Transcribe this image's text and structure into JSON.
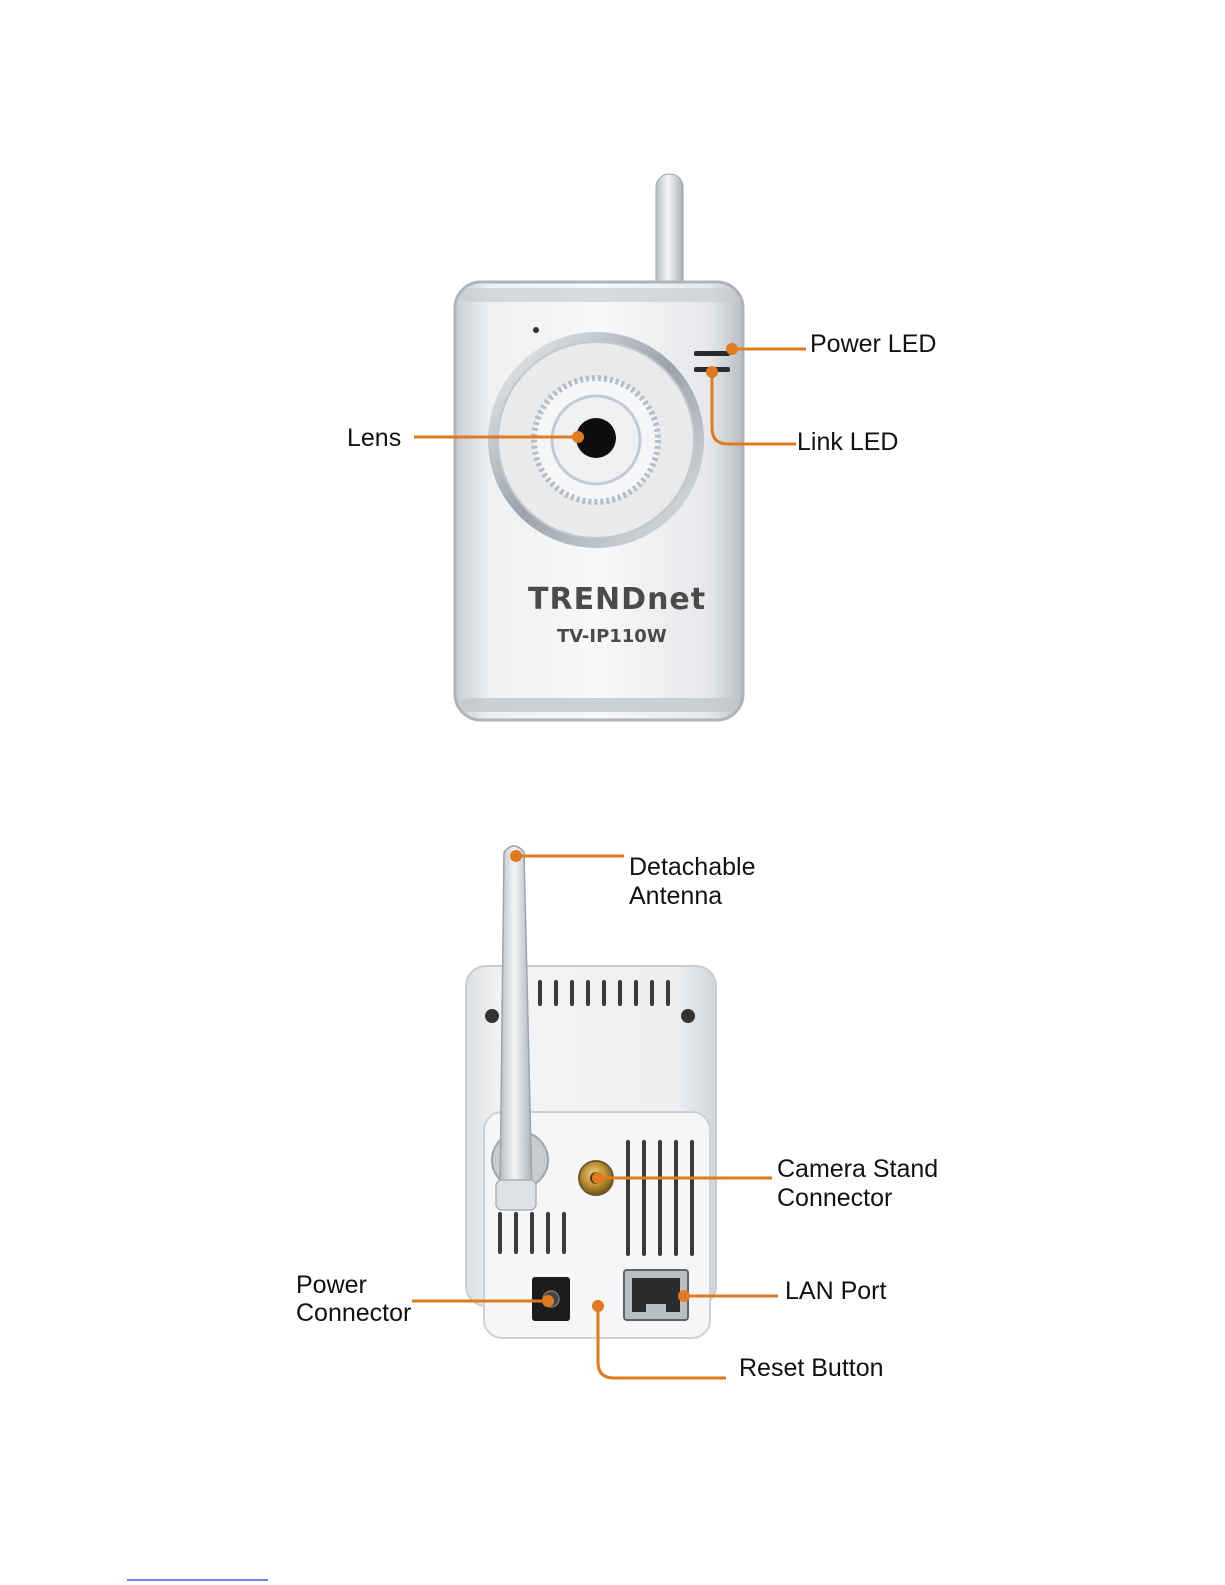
{
  "front_view": {
    "brand_logo_text": "TRENDnet",
    "model": "TV-IP110W",
    "callouts": {
      "power_led": "Power LED",
      "link_led": "Link LED",
      "lens": "Lens"
    }
  },
  "rear_view": {
    "callouts": {
      "antenna_line1": "Detachable",
      "antenna_line2": "Antenna",
      "camera_stand_line1": "Camera Stand",
      "camera_stand_line2": "Connector",
      "power_line1": "Power",
      "power_line2": "Connector",
      "lan_port": "LAN Port",
      "reset_button": "Reset Button"
    }
  },
  "colors": {
    "callout_line": "#e07a1f",
    "label_text": "#111111",
    "body_silver": "#d9dde2",
    "body_white": "#f2f3f4"
  }
}
